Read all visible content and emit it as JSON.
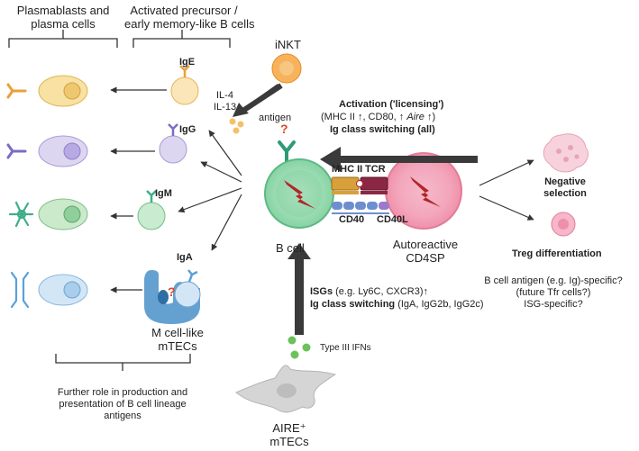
{
  "header": {
    "plasma_line1": "Plasmablasts and",
    "plasma_line2": "plasma cells",
    "precursor_line1": "Activated precursor /",
    "precursor_line2": "early memory-like B cells"
  },
  "isotypes": {
    "ige": "IgE",
    "igg": "IgG",
    "igm": "IgM",
    "iga": "IgA"
  },
  "inkt": {
    "label": "iNKT",
    "cytokine1": "IL-4",
    "cytokine2": "IL-13"
  },
  "antigen": {
    "label": "antigen",
    "question": "?"
  },
  "activation": {
    "title": "Activation ('licensing')",
    "detail_a": "(MHC II ↑, CD80, ↑ ",
    "detail_aire": "Aire",
    "detail_b": " ↑)",
    "switching": "Ig class switching (all)"
  },
  "synapse": {
    "mhc": "MHC II",
    "tcr": "TCR",
    "cd40": "CD40",
    "cd40l": "CD40L"
  },
  "bcell": {
    "label": "B cell"
  },
  "cd4": {
    "line1": "Autoreactive",
    "line2": "CD4SP"
  },
  "outcomes": {
    "neg_line1": "Negative",
    "neg_line2": "selection",
    "treg": "Treg differentiation",
    "spec1": "B cell antigen (e.g. Ig)-specific?",
    "spec2": "(future Tfr cells?)",
    "spec3": "ISG-specific?"
  },
  "isgs": {
    "bold1": "ISGs",
    "rest1": " (e.g. Ly6C, CXCR3)",
    "arrow1": "↑",
    "bold2": "Ig class switching",
    "rest2": " (IgA, IgG2b, IgG2c)"
  },
  "ifn": {
    "label": "Type III IFNs"
  },
  "aire": {
    "line1": "AIRE⁺",
    "line2": "mTECs"
  },
  "mcell": {
    "line1": "M cell-like",
    "line2": "mTECs",
    "question": "?"
  },
  "further": {
    "line1": "Further role in production and",
    "line2": "presentation of B cell lineage",
    "line3": "antigens"
  },
  "colors": {
    "arrow": "#3a3a3a",
    "ige": "#e9a03b",
    "igg": "#7b6cc4",
    "igm": "#3fae8a",
    "iga": "#5aa0d8",
    "bcell": "#5dbf87",
    "cd4": "#e4738f",
    "mcell": "#4a90c8",
    "inkt": "#f39a34",
    "red": "#d94a2a"
  }
}
